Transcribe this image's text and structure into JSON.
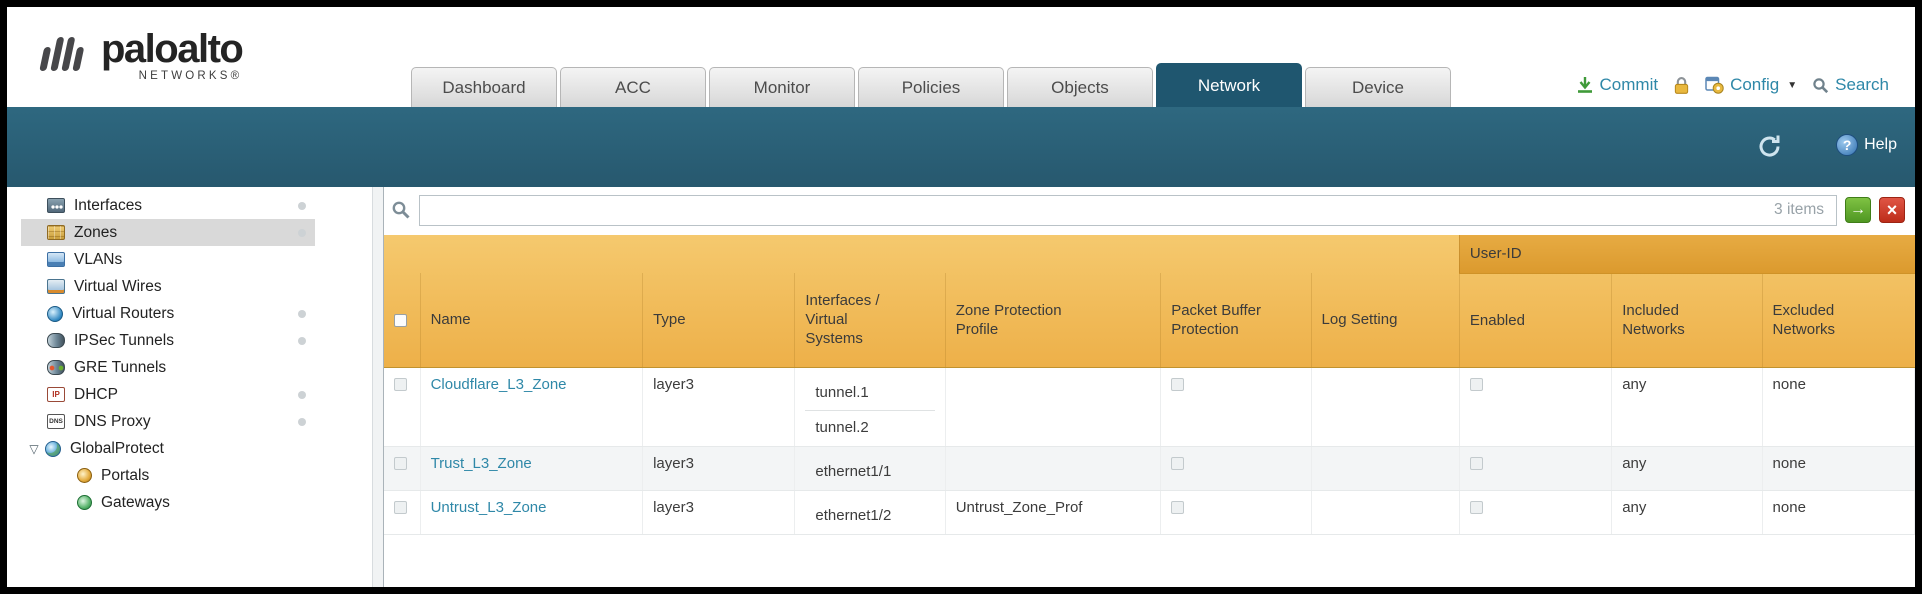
{
  "colors": {
    "band_teal": "#2E6880",
    "tab_active": "#1F566F",
    "table_header_top": "#F5C96E",
    "table_header_bottom": "#EDB049",
    "user_id_top": "#E7AB43",
    "user_id_bottom": "#DB9A2E",
    "link": "#2F88A8",
    "apply_green": "#4F9722",
    "clear_red": "#BD2D1A",
    "selected_item_bg": "#D9D9D9"
  },
  "header": {
    "logo_brand": "paloalto",
    "logo_sub": "NETWORKS®",
    "tabs": [
      {
        "label": "Dashboard",
        "active": false
      },
      {
        "label": "ACC",
        "active": false
      },
      {
        "label": "Monitor",
        "active": false
      },
      {
        "label": "Policies",
        "active": false
      },
      {
        "label": "Objects",
        "active": false
      },
      {
        "label": "Network",
        "active": true
      },
      {
        "label": "Device",
        "active": false
      }
    ],
    "actions": {
      "commit": "Commit",
      "config": "Config",
      "search": "Search"
    },
    "help_label": "Help"
  },
  "sidebar": {
    "items": [
      {
        "label": "Interfaces",
        "icon": "interfaces",
        "selected": false,
        "dot": true,
        "expandable": false,
        "indent": false
      },
      {
        "label": "Zones",
        "icon": "zones",
        "selected": true,
        "dot": true,
        "expandable": false,
        "indent": false
      },
      {
        "label": "VLANs",
        "icon": "vlans",
        "selected": false,
        "dot": false,
        "expandable": false,
        "indent": false
      },
      {
        "label": "Virtual Wires",
        "icon": "virtual-wires",
        "selected": false,
        "dot": false,
        "expandable": false,
        "indent": false
      },
      {
        "label": "Virtual Routers",
        "icon": "virtual-routers",
        "selected": false,
        "dot": true,
        "expandable": false,
        "indent": false
      },
      {
        "label": "IPSec Tunnels",
        "icon": "ipsec-tunnels",
        "selected": false,
        "dot": true,
        "expandable": false,
        "indent": false
      },
      {
        "label": "GRE Tunnels",
        "icon": "gre-tunnels",
        "selected": false,
        "dot": false,
        "expandable": false,
        "indent": false
      },
      {
        "label": "DHCP",
        "icon": "dhcp",
        "selected": false,
        "dot": true,
        "expandable": false,
        "indent": false
      },
      {
        "label": "DNS Proxy",
        "icon": "dns-proxy",
        "selected": false,
        "dot": true,
        "expandable": false,
        "indent": false
      },
      {
        "label": "GlobalProtect",
        "icon": "globalprotect",
        "selected": false,
        "dot": false,
        "expandable": true,
        "indent": false
      },
      {
        "label": "Portals",
        "icon": "portals",
        "selected": false,
        "dot": false,
        "expandable": false,
        "indent": true
      },
      {
        "label": "Gateways",
        "icon": "gateways",
        "selected": false,
        "dot": false,
        "expandable": false,
        "indent": true
      }
    ]
  },
  "filter": {
    "value": "",
    "items_count": "3 items"
  },
  "table": {
    "group_header": "User-ID",
    "columns": [
      "Name",
      "Type",
      "Interfaces /\nVirtual\nSystems",
      "Zone Protection\nProfile",
      "Packet Buffer\nProtection",
      "Log Setting",
      "Enabled",
      "Included\nNetworks",
      "Excluded\nNetworks"
    ],
    "rows": [
      {
        "name": "Cloudflare_L3_Zone",
        "type": "layer3",
        "interfaces": [
          "tunnel.1",
          "tunnel.2"
        ],
        "zone_protection_profile": "",
        "packet_buffer_protection": false,
        "log_setting": "",
        "user_id_enabled": false,
        "included_networks": "any",
        "excluded_networks": "none"
      },
      {
        "name": "Trust_L3_Zone",
        "type": "layer3",
        "interfaces": [
          "ethernet1/1"
        ],
        "zone_protection_profile": "",
        "packet_buffer_protection": false,
        "log_setting": "",
        "user_id_enabled": false,
        "included_networks": "any",
        "excluded_networks": "none"
      },
      {
        "name": "Untrust_L3_Zone",
        "type": "layer3",
        "interfaces": [
          "ethernet1/2"
        ],
        "zone_protection_profile": "Untrust_Zone_Prof",
        "packet_buffer_protection": false,
        "log_setting": "",
        "user_id_enabled": false,
        "included_networks": "any",
        "excluded_networks": "none"
      }
    ]
  }
}
